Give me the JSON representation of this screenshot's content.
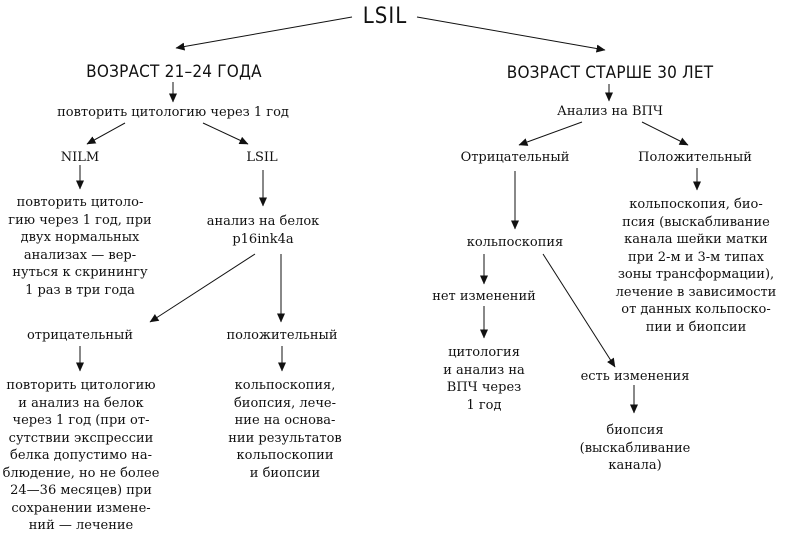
{
  "diagram": {
    "root": "LSIL",
    "left": {
      "header": "ВОЗРАСТ 21–24 ГОДА",
      "step1": "повторить цитологию через 1 год",
      "nilm": {
        "label": "NILM",
        "action": "повторить цитоло-\nгию через 1 год, при\nдвух нормальных\nанализах — вер-\nнуться к скринингу\n1 раз в три года"
      },
      "lsil": {
        "label": "LSIL",
        "action": "анализ на белок\np16ink4a",
        "negative": {
          "label": "отрицательный",
          "action": "повторить цитологию\nи анализ на белок\nчерез 1 год (при от-\nсутствии экспрессии\nбелка допустимо на-\nблюдение, но не более\n24—36 месяцев) при\nсохранении измене-\nний — лечение"
        },
        "positive": {
          "label": "положительный",
          "action": "кольпоскопия,\nбиопсия, лече-\nние на основа-\nнии результатов\nкольпоскопии\nи биопсии"
        }
      }
    },
    "right": {
      "header": "ВОЗРАСТ СТАРШЕ 30 ЛЕТ",
      "step1": "Анализ на ВПЧ",
      "negative": {
        "label": "Отрицательный",
        "action": "кольпоскопия",
        "no_changes": {
          "label": "нет изменений",
          "action": "цитология\nи анализ на\nВПЧ через\n1 год"
        },
        "changes": {
          "label": "есть изменения",
          "action": "биопсия\n(выскабливание\nканала)"
        }
      },
      "positive": {
        "label": "Положительный",
        "action": "кольпоскопия, био-\nпсия (выскабливание\nканала шейки матки\nпри 2-м и 3-м типах\nзоны трансформации),\nлечение в зависимости\nот данных кольпоско-\nпии и биопсии"
      }
    }
  }
}
